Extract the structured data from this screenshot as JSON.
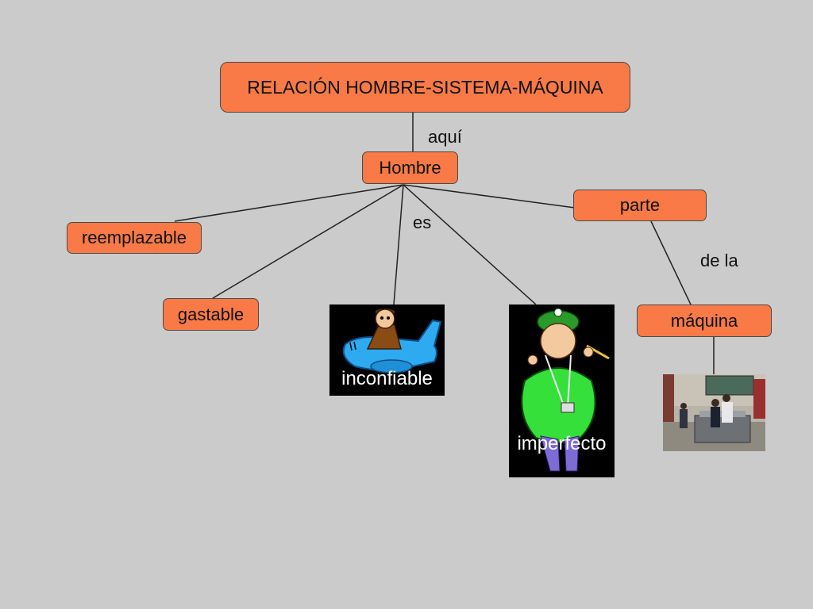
{
  "colors": {
    "background": "#cbcbcb",
    "node_fill": "#f97a46",
    "node_border": "#4a4a4a",
    "line": "#222222"
  },
  "nodes": {
    "title": "RELACIÓN HOMBRE-SISTEMA-MÁQUINA",
    "hombre": "Hombre",
    "parte": "parte",
    "reemplazable": "reemplazable",
    "gastable": "gastable",
    "maquina": "máquina"
  },
  "link_labels": {
    "aqui": "aquí",
    "es": "es",
    "de_la": "de la"
  },
  "images": {
    "pilot": {
      "icon": "cartoon-pilot-airplane",
      "caption": "inconfiable"
    },
    "coach": {
      "icon": "cartoon-coach-whistle",
      "caption": "imperfecto"
    },
    "workshop": {
      "icon": "workshop-photo"
    }
  }
}
